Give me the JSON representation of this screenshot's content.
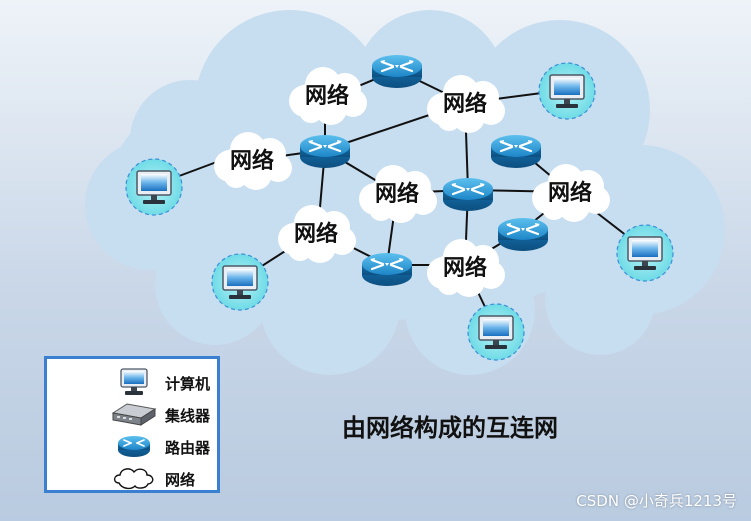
{
  "title": "由网络构成的互连网",
  "node_label": "网络",
  "watermark": "CSDN @小奇兵1213号",
  "legend": {
    "computer": "计算机",
    "hub": "集线器",
    "router": "路由器",
    "network": "网络"
  },
  "colors": {
    "cloud": "#c7ddf0",
    "router": "#1f84c4",
    "legend_border": "#3a7fd0",
    "computer_halo": "#8fe8ef"
  },
  "icons": [
    "router-icon",
    "computer-icon",
    "hub-icon",
    "network-cloud-icon"
  ]
}
